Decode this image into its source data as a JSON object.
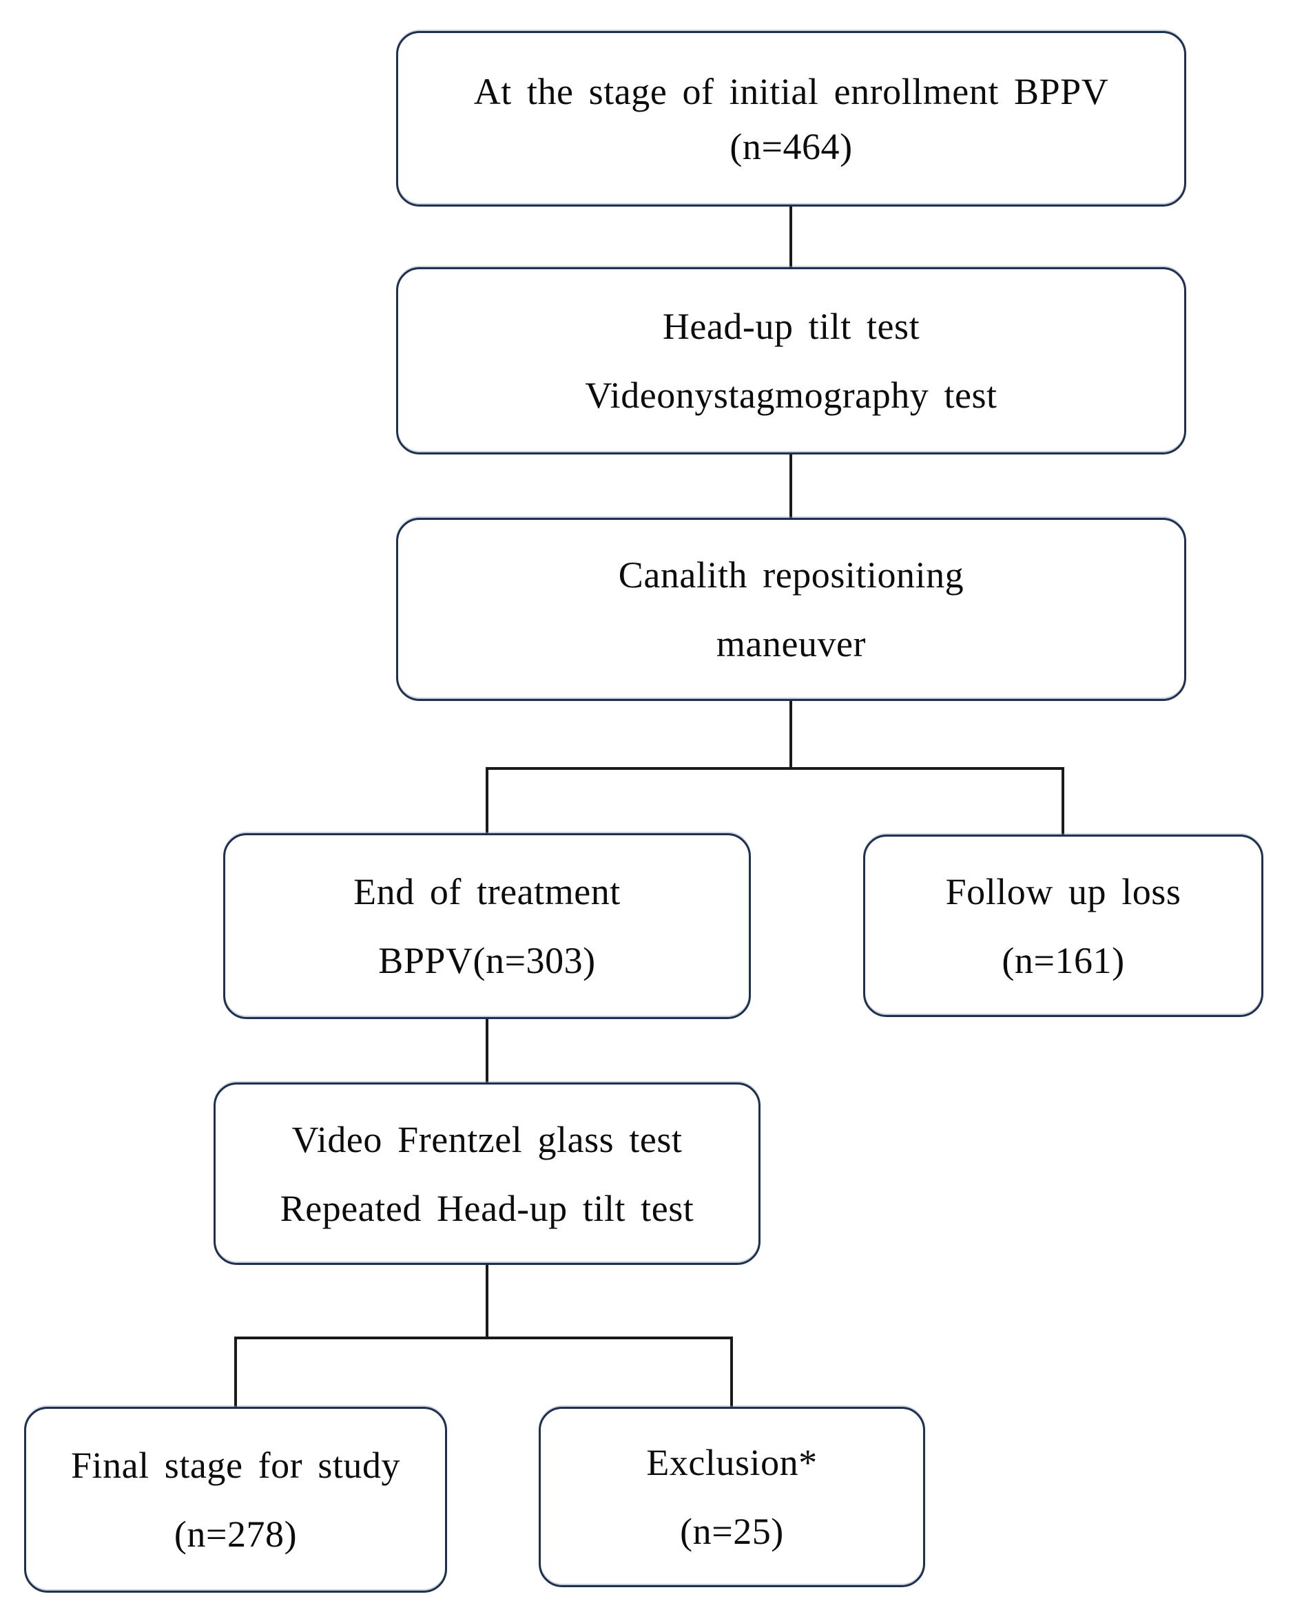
{
  "diagram_type": "flowchart",
  "colors": {
    "box_border": "#1e3050",
    "box_fill": "#ffffff",
    "connector": "#1a1a1a",
    "text": "#0c0c0c",
    "background": "#ffffff"
  },
  "nodes": [
    {
      "id": "enrollment",
      "line1": "At the stage of initial enrollment BPPV",
      "line2": "(n=464)"
    },
    {
      "id": "tests",
      "line1": "Head-up tilt test",
      "line2": "Videonystagmography test"
    },
    {
      "id": "crm",
      "line1": "Canalith repositioning",
      "line2": "maneuver"
    },
    {
      "id": "end-of-treatment",
      "line1": "End of treatment",
      "line2": "BPPV(n=303)"
    },
    {
      "id": "follow-up-loss",
      "line1": "Follow up loss",
      "line2": "(n=161)"
    },
    {
      "id": "retest",
      "line1": "Video Frentzel glass test",
      "line2": "Repeated Head-up tilt test"
    },
    {
      "id": "final-stage",
      "line1": "Final stage for study",
      "line2": "(n=278)"
    },
    {
      "id": "exclusion",
      "line1": "Exclusion*",
      "line2": "(n=25)"
    }
  ],
  "edges": [
    {
      "from": "enrollment",
      "to": "tests"
    },
    {
      "from": "tests",
      "to": "crm"
    },
    {
      "from": "crm",
      "to": "end-of-treatment"
    },
    {
      "from": "crm",
      "to": "follow-up-loss"
    },
    {
      "from": "end-of-treatment",
      "to": "retest"
    },
    {
      "from": "retest",
      "to": "final-stage"
    },
    {
      "from": "retest",
      "to": "exclusion"
    }
  ]
}
